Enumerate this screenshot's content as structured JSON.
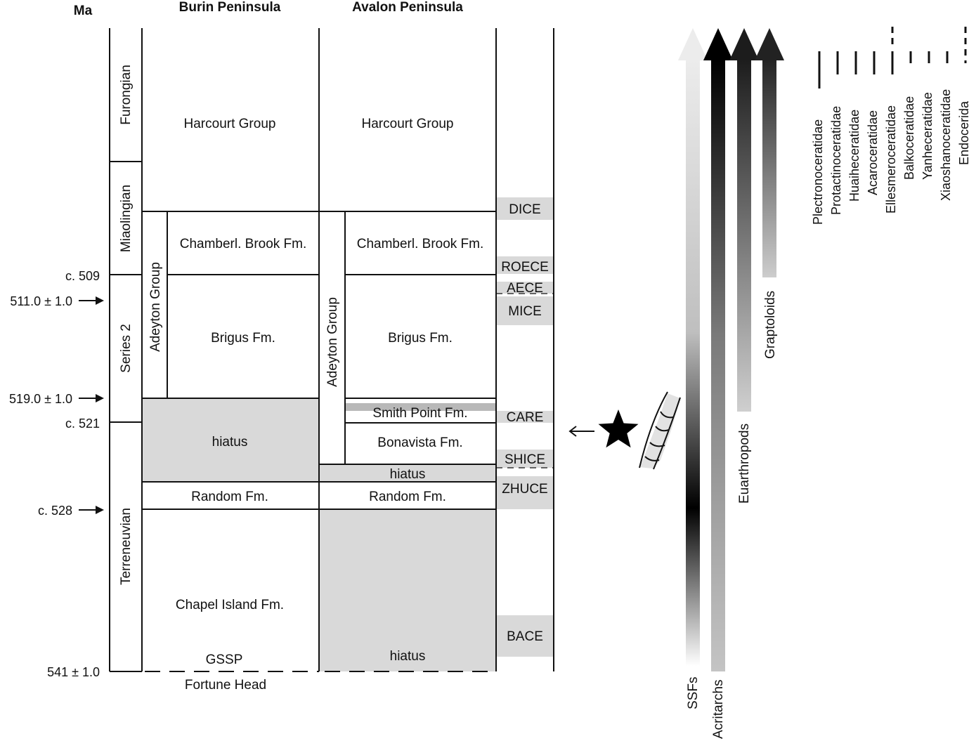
{
  "headers": {
    "ma": "Ma",
    "burin": "Burin Peninsula",
    "avalon": "Avalon Peninsula"
  },
  "series": {
    "furongian": "Furongian",
    "miaolingian": "Miaolingian",
    "series2": "Series 2",
    "terreneuvian": "Terreneuvian"
  },
  "ages": {
    "c509": "c. 509",
    "a511": "511.0 ± 1.0",
    "a519": "519.0 ± 1.0",
    "c521": "c. 521",
    "c528": "c. 528",
    "a541": "541 ± 1.0"
  },
  "burin": {
    "harcourt": "Harcourt Group",
    "adeyton": "Adeyton Group",
    "chamberl": "Chamberl. Brook Fm.",
    "brigus": "Brigus Fm.",
    "hiatus": "hiatus",
    "random": "Random Fm.",
    "chapel": "Chapel Island Fm.",
    "gssp": "GSSP",
    "fortune": "Fortune Head"
  },
  "avalon": {
    "harcourt": "Harcourt Group",
    "adeyton": "Adeyton Group",
    "chamberl": "Chamberl. Brook Fm.",
    "brigus": "Brigus Fm.",
    "smith": "Smith Point Fm.",
    "bonavista": "Bonavista Fm.",
    "hiatus_upper": "hiatus",
    "random": "Random Fm.",
    "hiatus_lower": "hiatus"
  },
  "events": {
    "dice": "DICE",
    "roece": "ROECE",
    "aece": "AECE",
    "mice": "MICE",
    "care": "CARE",
    "shice": "SHICE",
    "zhuce": "ZHUCE",
    "bace": "BACE"
  },
  "groups": {
    "ssfs": "SSFs",
    "acritarchs": "Acritarchs",
    "euarthropods": "Euarthropods",
    "graptoloids": "Graptoloids"
  },
  "taxa": [
    "Plectronoceratidae",
    "Protactinoceratidae",
    "Huaiheceratidae",
    "Acaroceratidae",
    "Ellesmeroceratidae",
    "Balkoceratidae",
    "Yanheceratidae",
    "Xiaoshanoceratidae",
    "Endocerida"
  ],
  "icons": {
    "star": "star-icon",
    "fossil": "orthocone-fossil-icon",
    "arrow": "arrow-right-icon"
  },
  "colors": {
    "hiatus_fill": "#d9d9d9",
    "line": "#111111",
    "graptoloid_grey": "#c8c8c8"
  }
}
